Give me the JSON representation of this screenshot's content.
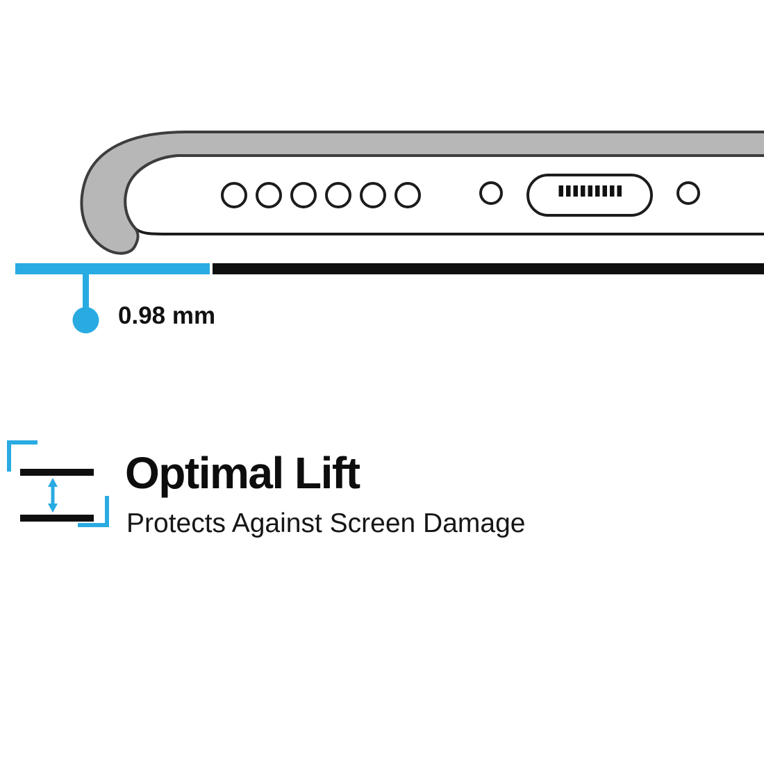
{
  "colors": {
    "accent": "#29ABE2",
    "case_fill": "#b7b7b7",
    "case_stroke": "#3d3d3d",
    "outline": "#1c1c1c",
    "bar_black": "#0f0f0f"
  },
  "illustration": {
    "name": "phone-case-bottom-edge-lift-diagram",
    "measurement_label": "0.98 mm"
  },
  "feature": {
    "title": "Optimal Lift",
    "subtitle": "Protects Against Screen Damage"
  }
}
